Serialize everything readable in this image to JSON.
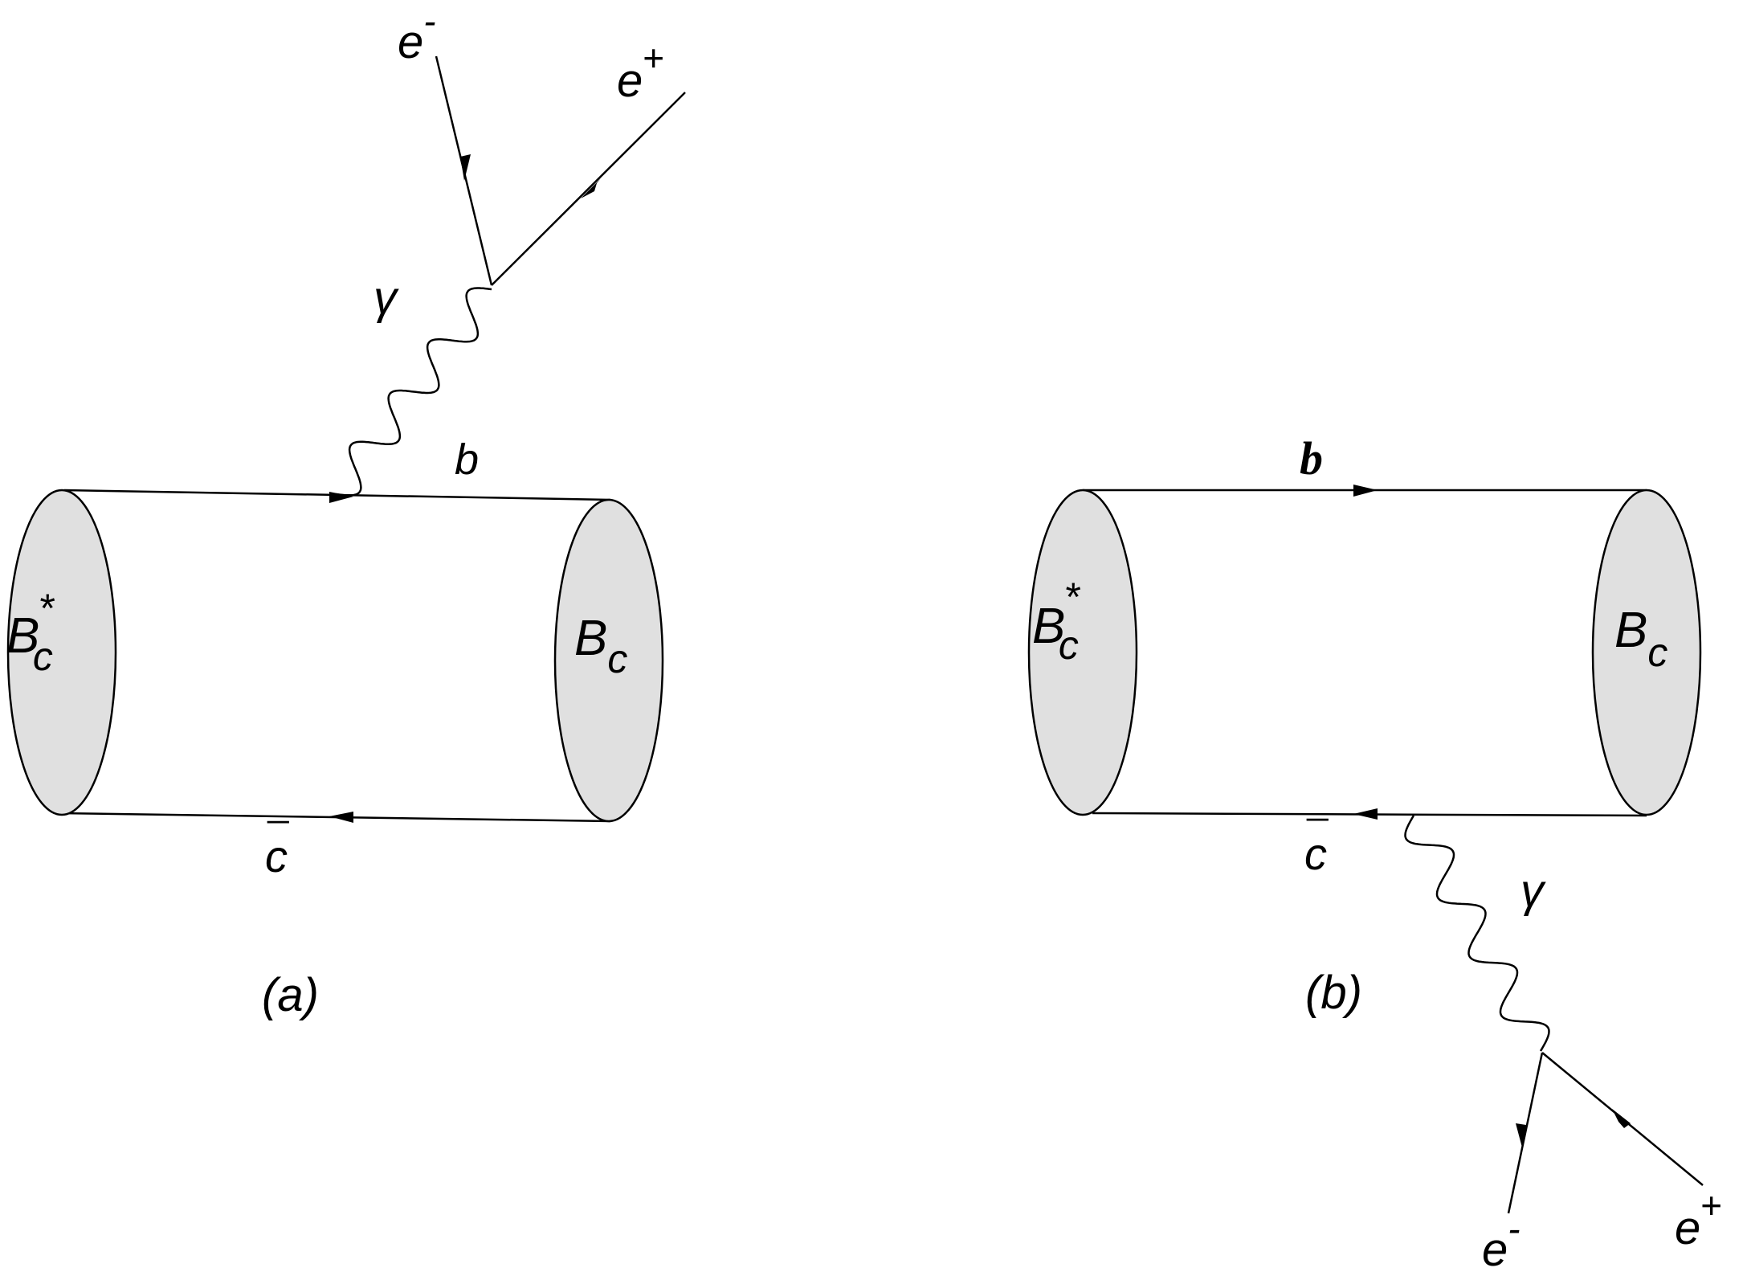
{
  "colors": {
    "line": "#000000",
    "meson_fill": "#e0e0e0",
    "background": "#ffffff"
  },
  "diagram_a": {
    "caption": "(a)",
    "initial_meson": {
      "base": "B",
      "sub": "c",
      "sup": "*"
    },
    "final_meson": {
      "base": "B",
      "sub": "c"
    },
    "quark_top": "b",
    "quark_bottom": {
      "base": "c",
      "bar": "¯"
    },
    "photon": "γ",
    "electron": {
      "base": "e",
      "sup": "-"
    },
    "positron": {
      "base": "e",
      "sup": "+"
    }
  },
  "diagram_b": {
    "caption": "(b)",
    "initial_meson": {
      "base": "B",
      "sub": "c",
      "sup": "*"
    },
    "final_meson": {
      "base": "B",
      "sub": "c"
    },
    "quark_top": "b",
    "quark_bottom": {
      "base": "c",
      "bar": "¯"
    },
    "photon": "γ",
    "electron": {
      "base": "e",
      "sup": "-"
    },
    "positron": {
      "base": "e",
      "sup": "+"
    }
  }
}
